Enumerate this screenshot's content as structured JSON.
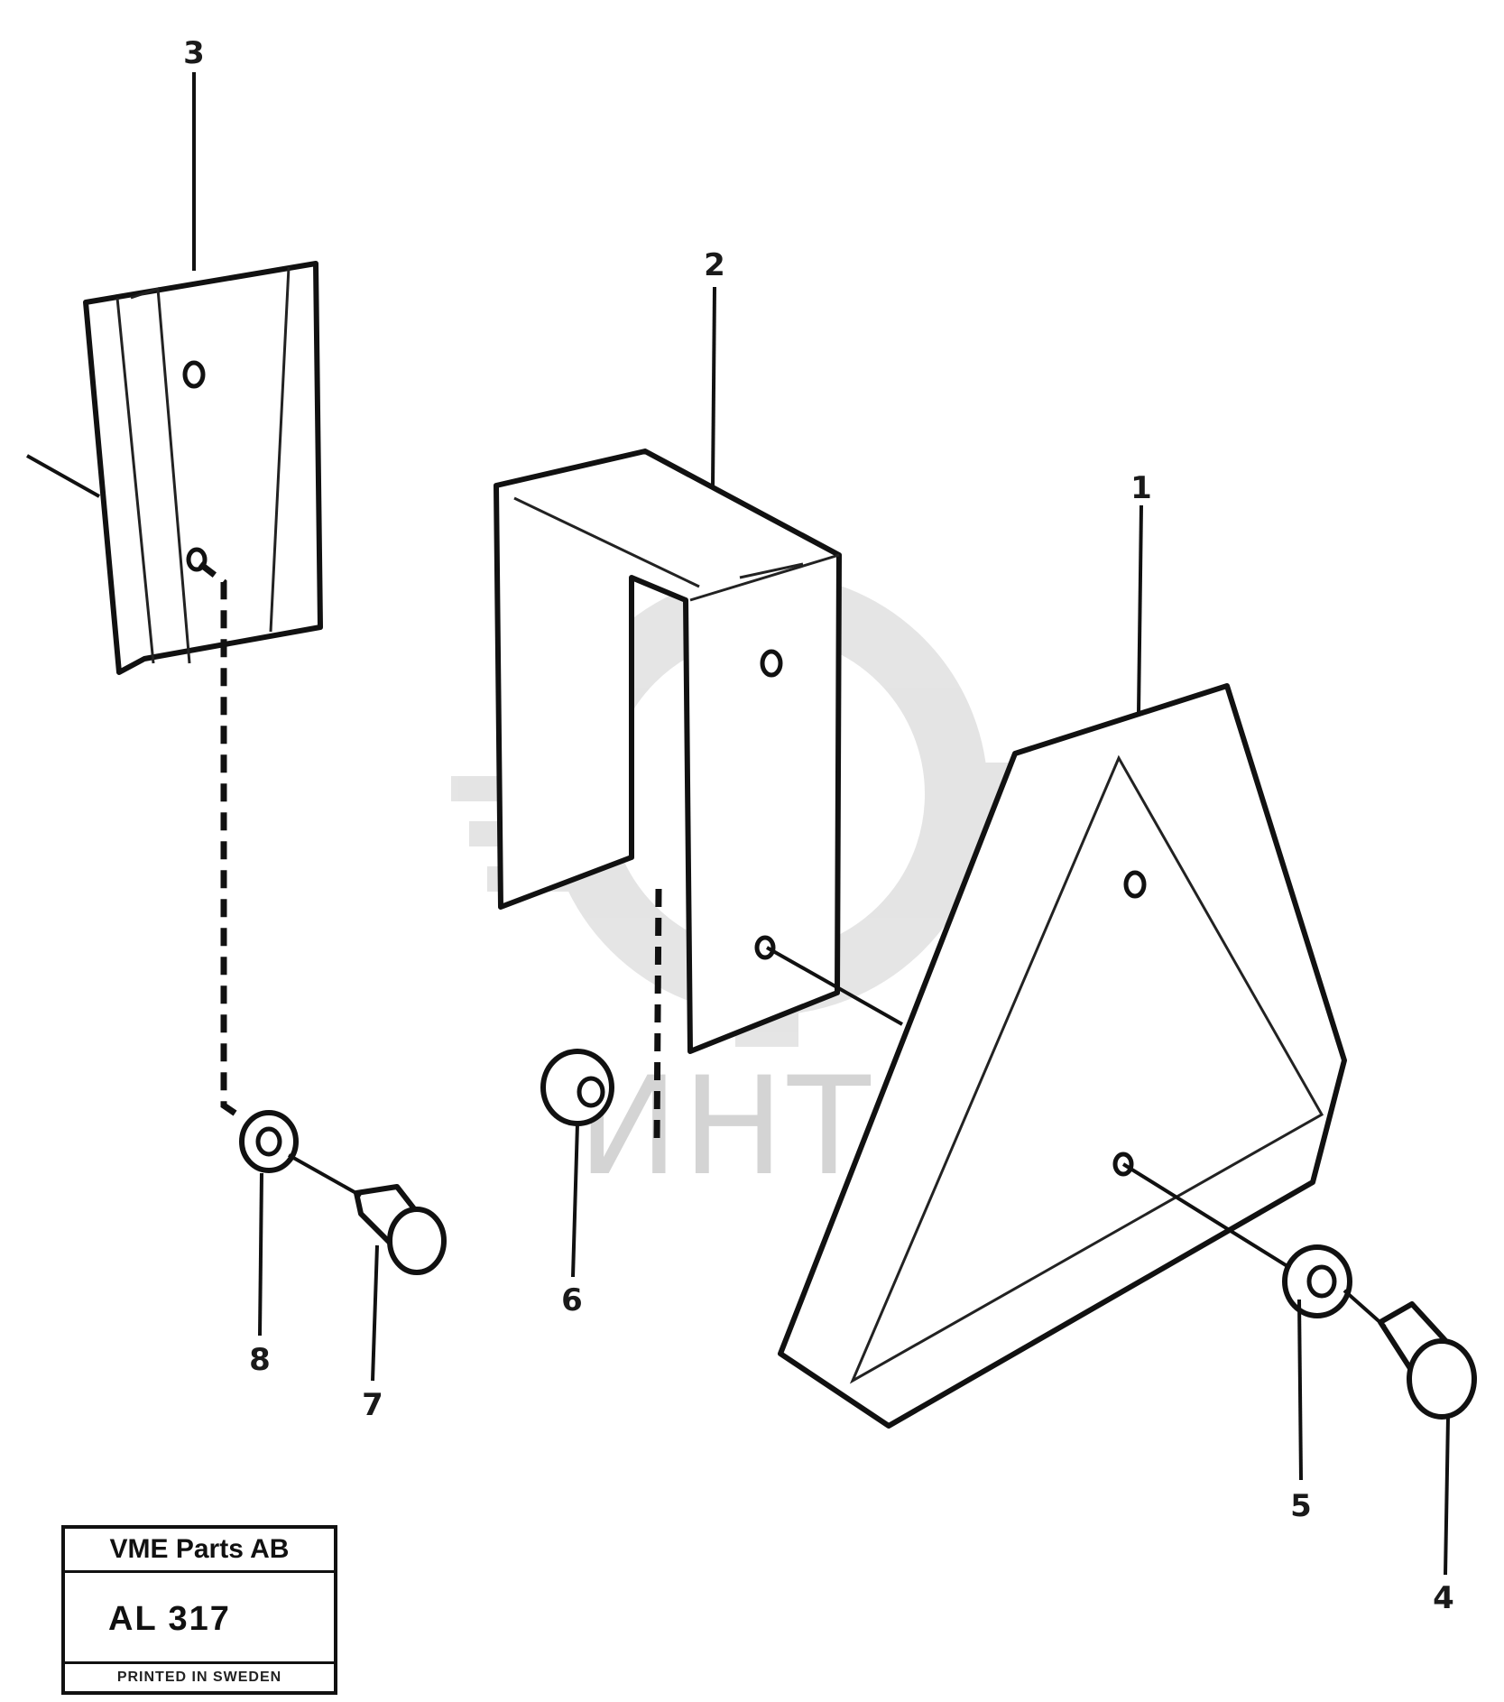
{
  "diagram": {
    "callouts": [
      "1",
      "2",
      "3",
      "4",
      "5",
      "6",
      "7",
      "8"
    ],
    "watermark": "ИНТЕХ"
  },
  "title_block": {
    "company": "VME Parts AB",
    "code": "AL 317",
    "footer": "PRINTED IN SWEDEN"
  },
  "colors": {
    "ink": "#111111",
    "watermark": "#d4d4d4",
    "background": "#ffffff"
  }
}
